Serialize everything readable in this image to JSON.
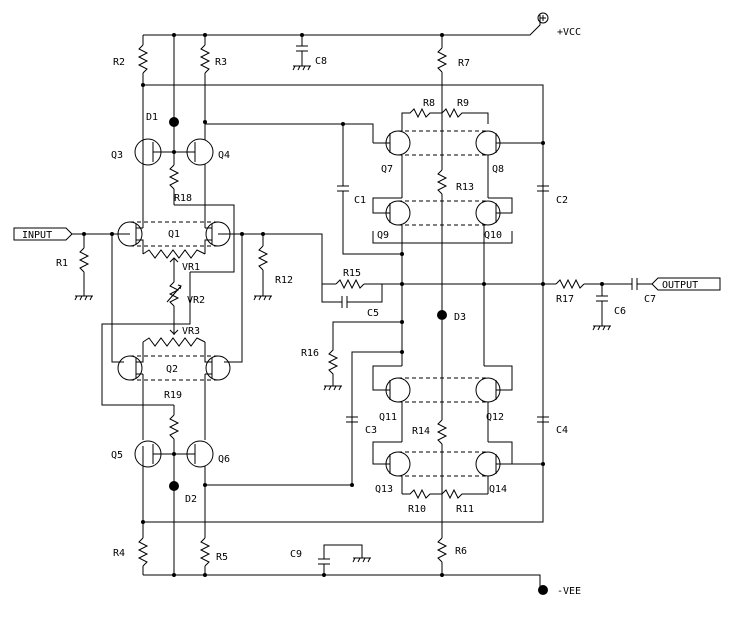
{
  "rails": {
    "vcc": "+VCC",
    "vee": "-VEE"
  },
  "ports": {
    "input": "INPUT",
    "output": "OUTPUT"
  },
  "labels": {
    "R1": "R1",
    "R2": "R2",
    "R3": "R3",
    "R4": "R4",
    "R5": "R5",
    "R6": "R6",
    "R7": "R7",
    "R8": "R8",
    "R9": "R9",
    "R10": "R10",
    "R11": "R11",
    "R12": "R12",
    "R13": "R13",
    "R14": "R14",
    "R15": "R15",
    "R16": "R16",
    "R17": "R17",
    "R18": "R18",
    "R19": "R19",
    "C1": "C1",
    "C2": "C2",
    "C3": "C3",
    "C4": "C4",
    "C5": "C5",
    "C6": "C6",
    "C7": "C7",
    "C8": "C8",
    "C9": "C9",
    "D1": "D1",
    "D2": "D2",
    "D3": "D3",
    "Q1": "Q1",
    "Q2": "Q2",
    "Q3": "Q3",
    "Q4": "Q4",
    "Q5": "Q5",
    "Q6": "Q6",
    "Q7": "Q7",
    "Q8": "Q8",
    "Q9": "Q9",
    "Q10": "Q10",
    "Q11": "Q11",
    "Q12": "Q12",
    "Q13": "Q13",
    "Q14": "Q14",
    "VR1": "VR1",
    "VR2": "VR2",
    "VR3": "VR3"
  }
}
